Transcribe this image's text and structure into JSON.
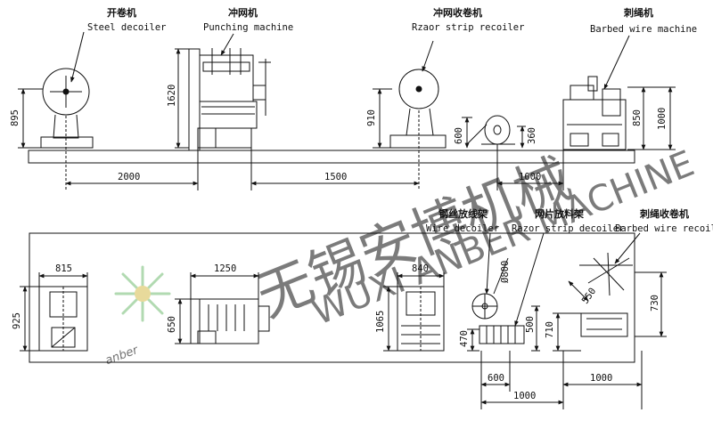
{
  "labels": {
    "steel_decoiler_cn": "开卷机",
    "steel_decoiler_en": "Steel decoiler",
    "punching_cn": "冲网机",
    "punching_en": "Punching machine",
    "razor_recoiler_cn": "冲网收卷机",
    "razor_recoiler_en": "Rzaor strip recoiler",
    "barbed_cn": "刺绳机",
    "barbed_en": "Barbed wire machine",
    "wire_decoiler_cn": "钢丝放线架",
    "wire_decoiler_en": "Wire decoiler",
    "razor_decoiler_cn": "网片放料架",
    "razor_decoiler_en": "Razor strip decoiler",
    "barbed_recoiler_cn": "刺绳收卷机",
    "barbed_recoiler_en": "Barbed wire recoiler"
  },
  "dims": {
    "h895": "895",
    "h1620": "1620",
    "h910": "910",
    "h600": "600",
    "h360": "360",
    "h850": "850",
    "h1000": "1000",
    "w2000": "2000",
    "w1500": "1500",
    "w1000_top": "1000",
    "w815": "815",
    "w1250": "1250",
    "w840": "840",
    "h925": "925",
    "h650": "650",
    "h1065": "1065",
    "d800": "Ø800",
    "h470": "470",
    "h500": "500",
    "h710": "710",
    "w550": "550",
    "h730": "730",
    "w600": "600",
    "w1000_b1": "1000",
    "w1000_b2": "1000"
  },
  "watermark": {
    "cn": "无锡安博机械",
    "en": "WUXI ANBER MACHINE",
    "logo": "anber"
  },
  "colors": {
    "line": "#111111",
    "watermark": "#c9c9c9",
    "logo_green": "#7ec27e",
    "logo_yellow": "#d9c25a"
  }
}
